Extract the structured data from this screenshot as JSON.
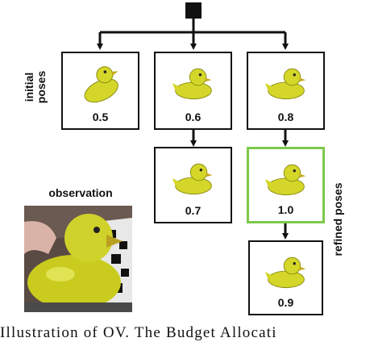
{
  "labels": {
    "initial_poses": [
      "initial",
      "poses"
    ],
    "refined_poses": "refined poses",
    "observation": "observation"
  },
  "scores": {
    "initial_1": "0.5",
    "initial_2": "0.6",
    "initial_3": "0.8",
    "refined_2": "0.7",
    "refined_3a": "1.0",
    "refined_3b": "0.9"
  },
  "caption": "Illustration of OV. The Budget Allocati",
  "colors": {
    "selected_border": "#7cc84a",
    "duck": "#d4d62a",
    "line": "#111111"
  },
  "icons": {
    "root": "root-square-icon",
    "object": "rubber-duck-icon"
  }
}
